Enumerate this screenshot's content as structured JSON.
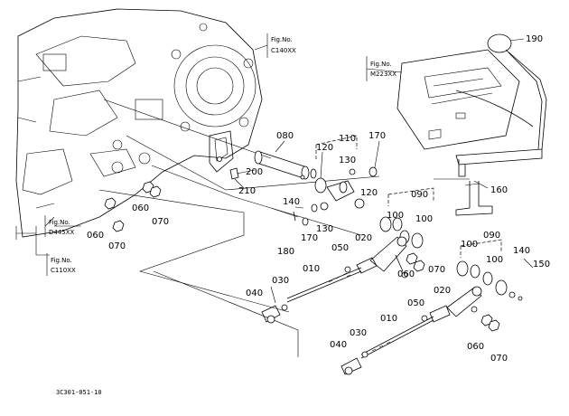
{
  "figure_refs": [
    {
      "id": "c140",
      "line1": "Fig.No.",
      "line2": "C140XX"
    },
    {
      "id": "m223",
      "line1": "Fig.No.",
      "line2": "M223XX"
    },
    {
      "id": "d445",
      "line1": "Fig.No.",
      "line2": "D445XX"
    },
    {
      "id": "c110",
      "line1": "Fig.No.",
      "line2": "C110XX"
    }
  ],
  "part_numbers": [
    "190",
    "080",
    "110",
    "120",
    "170",
    "130",
    "200",
    "210",
    "120",
    "140",
    "090",
    "100",
    "100",
    "160",
    "060",
    "070",
    "060",
    "070",
    "180",
    "170",
    "130",
    "050",
    "020",
    "100",
    "090",
    "140",
    "150",
    "100",
    "060",
    "070",
    "010",
    "030",
    "040",
    "050",
    "020",
    "010",
    "030",
    "040",
    "060",
    "070"
  ],
  "document_code": "3C301-051-10"
}
